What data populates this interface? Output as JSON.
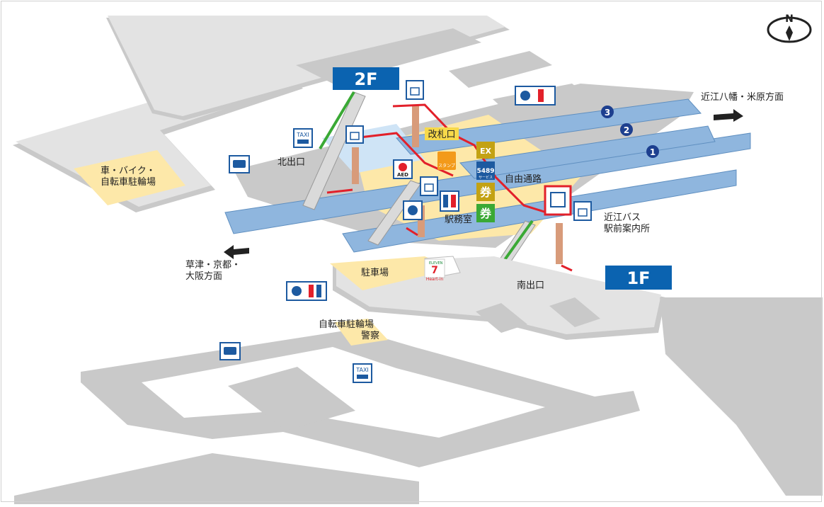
{
  "compass": {
    "letter": "N"
  },
  "floors": {
    "upper": "2F",
    "ground": "1F"
  },
  "directions": {
    "east": "近江八幡・米原方面",
    "west_line1": "草津・京都・",
    "west_line2": "大阪方面"
  },
  "platforms": [
    "3",
    "2",
    "1"
  ],
  "labels": {
    "north_exit": "北出口",
    "south_exit": "南出口",
    "ticket_gate": "改札口",
    "free_passage": "自由通路",
    "station_office": "駅務室",
    "bus_info_line1": "近江バス",
    "bus_info_line2": "駅前案内所",
    "bike_parking_north_line1": "車・バイク・",
    "bike_parking_north_line2": "自転車駐輪場",
    "parking": "駐車場",
    "bike_parking_south": "自転車駐輪場",
    "police": "警察"
  },
  "icon_text": {
    "taxi": "TAXI",
    "aed": "AED",
    "stamp": "スタンプ",
    "ex": "EX",
    "service_5489": "5489",
    "service_5489_sub": "サービス",
    "ticket": "券",
    "store_logo": "7",
    "store_name": "Heart-in",
    "store_top": "ELEVEN"
  },
  "colors": {
    "floor_badge": "#0b63b0",
    "route": "#e2202a",
    "platform": "#8fb6de",
    "building": "#c9c9c9",
    "highlight": "#fde8a9",
    "escalator": "#3aa935"
  }
}
